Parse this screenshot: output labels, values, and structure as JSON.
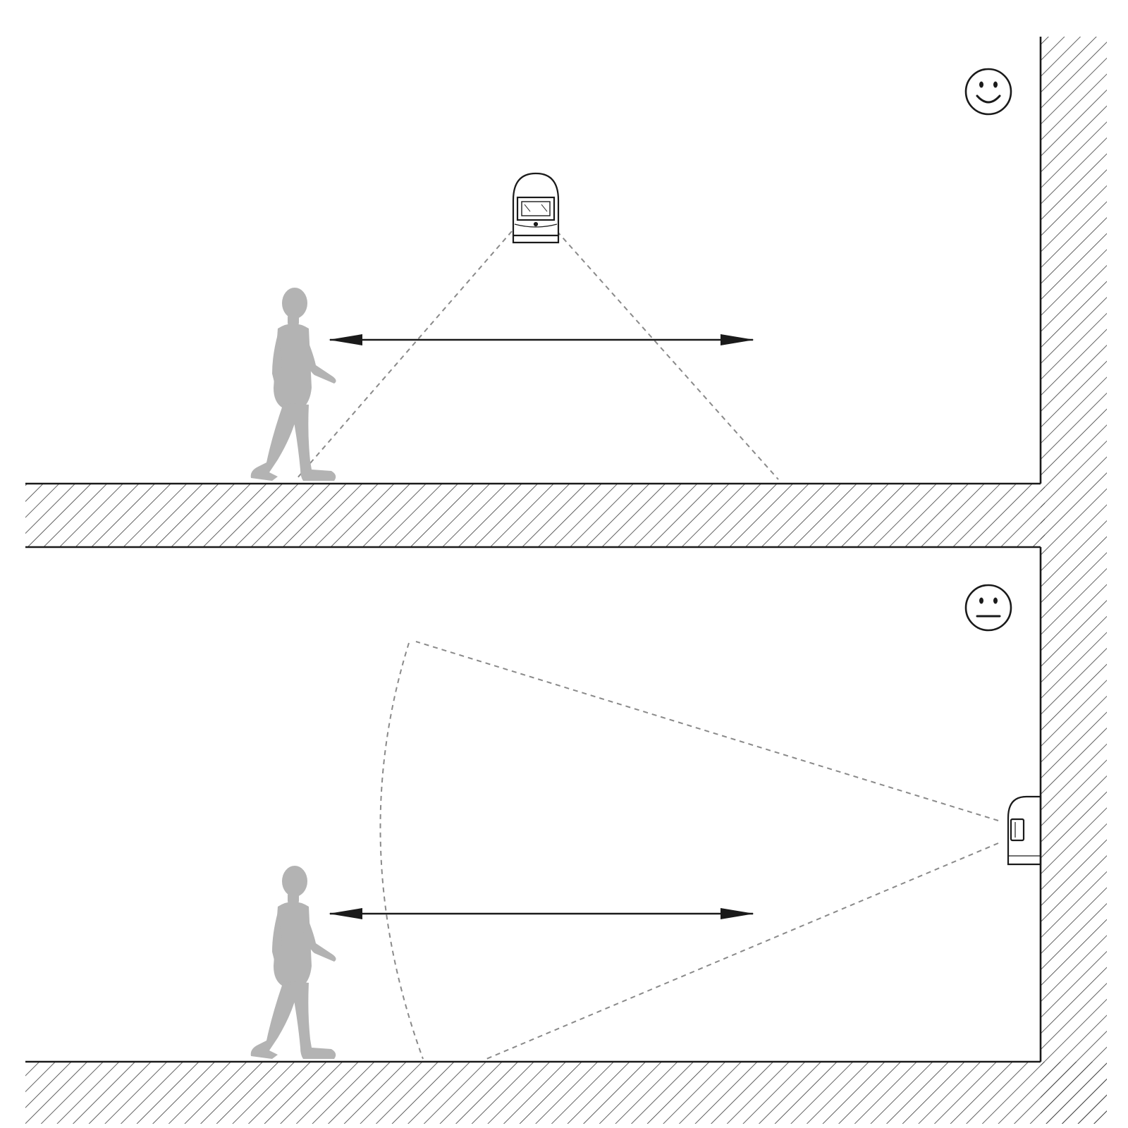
{
  "scenes": [
    {
      "id": "ceiling-mount",
      "mood": "happy",
      "mood_icon": "smiley-happy-icon",
      "sensor_mount": "ceiling",
      "sensor_icon": "motion-sensor-front-icon",
      "person_icon": "walking-person-icon",
      "motion_arrow": "double-headed-horizontal-arrow",
      "detection_pattern": "cone-downward",
      "verdict": "recommended"
    },
    {
      "id": "wall-mount",
      "mood": "neutral",
      "mood_icon": "smiley-neutral-icon",
      "sensor_mount": "wall",
      "sensor_icon": "motion-sensor-side-icon",
      "person_icon": "walking-person-icon",
      "motion_arrow": "double-headed-horizontal-arrow",
      "detection_pattern": "cone-sideways",
      "verdict": "less-effective"
    }
  ],
  "colors": {
    "line": "#1a1a1a",
    "hatch": "#3a3a3a",
    "person": "#b3b3b3",
    "dashed": "#8a8a8a",
    "background": "#ffffff"
  }
}
